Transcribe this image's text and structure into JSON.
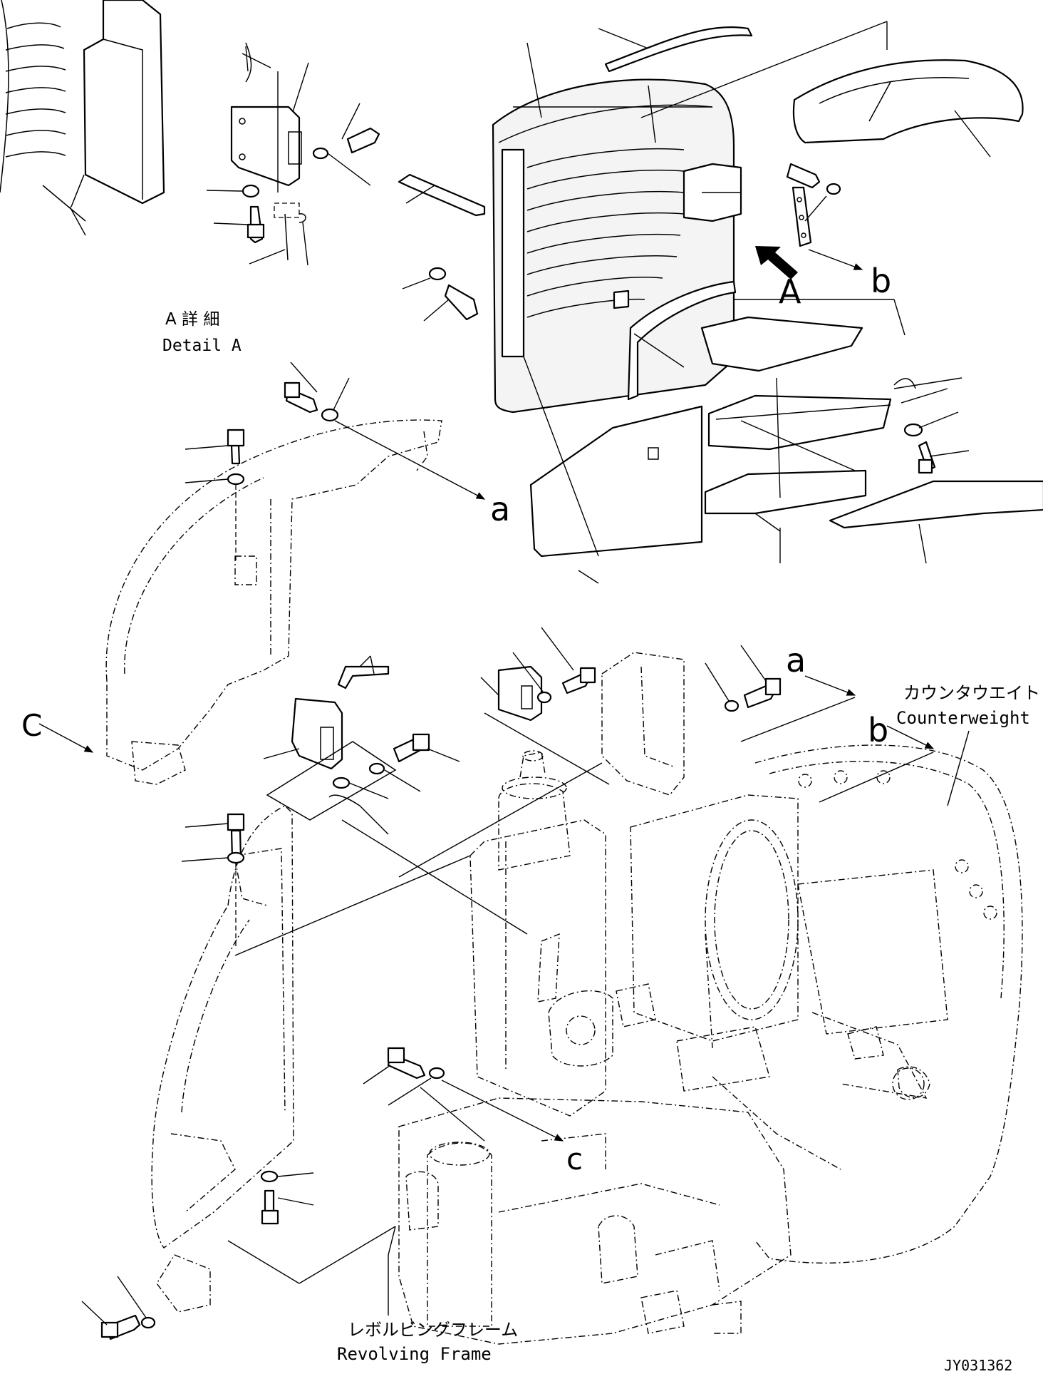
{
  "detail_a": {
    "title_jp": "A 詳 細",
    "title_en": "Detail A"
  },
  "view_letters": {
    "upper_a": "a",
    "upper_b": "b",
    "arrow_A": "A",
    "lower_a": "a",
    "lower_b": "b",
    "upper_c": "C",
    "lower_c": "c"
  },
  "counterweight": {
    "label_jp": "カウンタウエイト",
    "label_en": "Counterweight"
  },
  "revolving_frame": {
    "label_jp": "レボルビングフレーム",
    "label_en": "Revolving Frame"
  },
  "drawing_number": "JY031362"
}
